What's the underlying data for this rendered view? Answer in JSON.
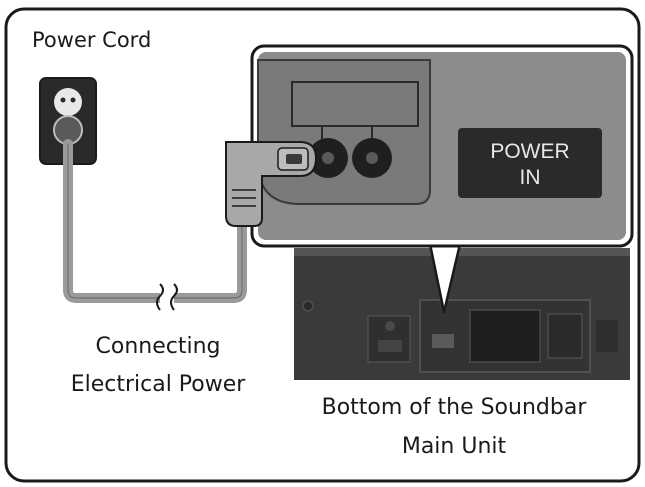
{
  "labels": {
    "power_cord": "Power Cord",
    "power_in_line1": "POWER",
    "power_in_line2": "IN",
    "connecting": "Connecting",
    "electrical_power": "Electrical Power",
    "bottom_of_soundbar": "Bottom of the Soundbar",
    "main_unit": "Main Unit"
  },
  "colors": {
    "panel_dark": "#2a2a2a",
    "panel_gray": "#8c8c8c",
    "cord_gray": "#9a9a9a",
    "soundbar_dark": "#3a3a3a",
    "line": "#1a1a1a"
  }
}
